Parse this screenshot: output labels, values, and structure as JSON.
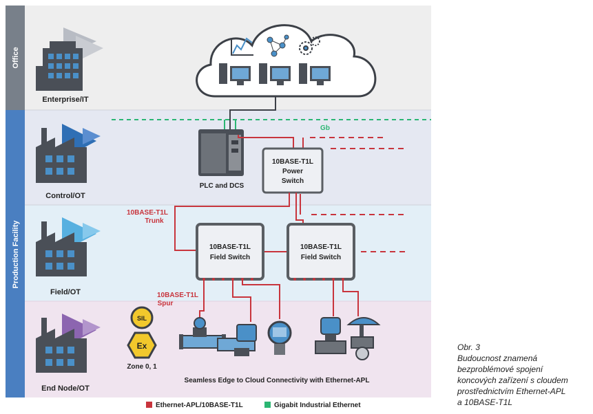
{
  "bands": {
    "office": "Office",
    "production": "Production Facility"
  },
  "zones": {
    "enterprise": "Enterprise/IT",
    "control": "Control/OT",
    "field": "Field/OT",
    "end_node": "End Node/OT"
  },
  "devices": {
    "plc": "PLC and DCS",
    "power_switch": [
      "10BASE-T1L",
      "Power",
      "Switch"
    ],
    "field_switch_1": [
      "10BASE-T1L",
      "Field Switch"
    ],
    "field_switch_2": [
      "10BASE-T1L",
      "Field Switch"
    ]
  },
  "labels": {
    "gb": "Gb",
    "trunk": [
      "10BASE-T1L",
      "Trunk"
    ],
    "spur": [
      "10BASE-T1L",
      "Spur"
    ],
    "zone": "Zone 0, 1",
    "sil": "SIL",
    "ex": "Ex",
    "seamless": "Seamless Edge to Cloud Connectivity with Ethernet-APL"
  },
  "legend": [
    {
      "label": "Ethernet-APL/10BASE-T1L",
      "color": "#c8343c"
    },
    {
      "label": "Gigabit Industrial Ethernet",
      "color": "#2bb673"
    }
  ],
  "colors": {
    "apl": "#c8343c",
    "gigabit": "#2bb673",
    "office_band": "#78808a",
    "production_band": "#4a7fc1",
    "device_box": "#5a5e63"
  },
  "caption": [
    "Obr. 3",
    "Budoucnost znamená",
    "bezproblémové spojení",
    "koncových zařízení s cloudem",
    "prostřednictvím Ethernet-APL",
    "a 10BASE-T1L"
  ]
}
